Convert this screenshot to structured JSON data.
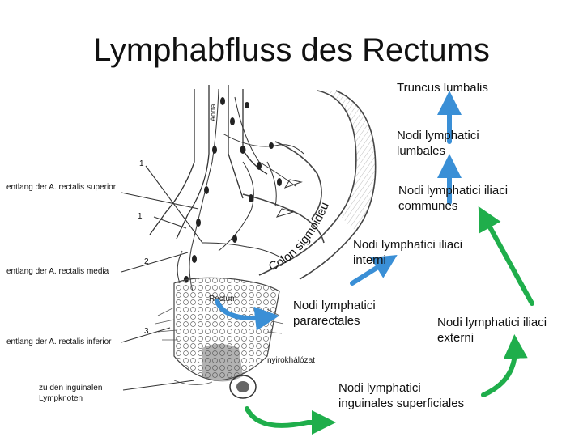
{
  "title": "Lymphabfluss des Rectums",
  "labels": {
    "truncus_lumbalis": "Truncus lumbalis",
    "nodi_lumbales_1": "Nodi lymphatici",
    "nodi_lumbales_2": "lumbales",
    "nodi_iliaci_communes_1": "Nodi lymphatici iliaci",
    "nodi_iliaci_communes_2": "communes",
    "nodi_iliaci_interni_1": "Nodi lymphatici iliaci",
    "nodi_iliaci_interni_2": "interni",
    "nodi_pararectales_1": "Nodi lymphatici",
    "nodi_pararectales_2": "pararectales",
    "nodi_iliaci_externi_1": "Nodi lymphatici iliaci",
    "nodi_iliaci_externi_2": "externi",
    "nodi_inguinales_1": "Nodi lymphatici",
    "nodi_inguinales_2": "inguinales superficiales",
    "colon_sigmoideum": "Colon sigmoideum",
    "nyirokhalozat": "nyirokhálózat"
  },
  "anatomy_labels": {
    "aorta": "Aorta",
    "rectum": "Rectum",
    "num_1_top": "1",
    "num_1": "1",
    "num_2": "2",
    "num_3": "3",
    "rectalis_superior": "entlang der A. rectalis superior",
    "rectalis_media": "entlang der A. rectalis media",
    "rectalis_inferior": "entlang der A. rectalis inferior",
    "inguinalen_1": "zu den inguinalen",
    "inguinalen_2": "Lympknoten"
  },
  "colors": {
    "blue_arrow": "#3a8fd6",
    "green_arrow": "#1fae4b",
    "drawing": "#333333"
  }
}
